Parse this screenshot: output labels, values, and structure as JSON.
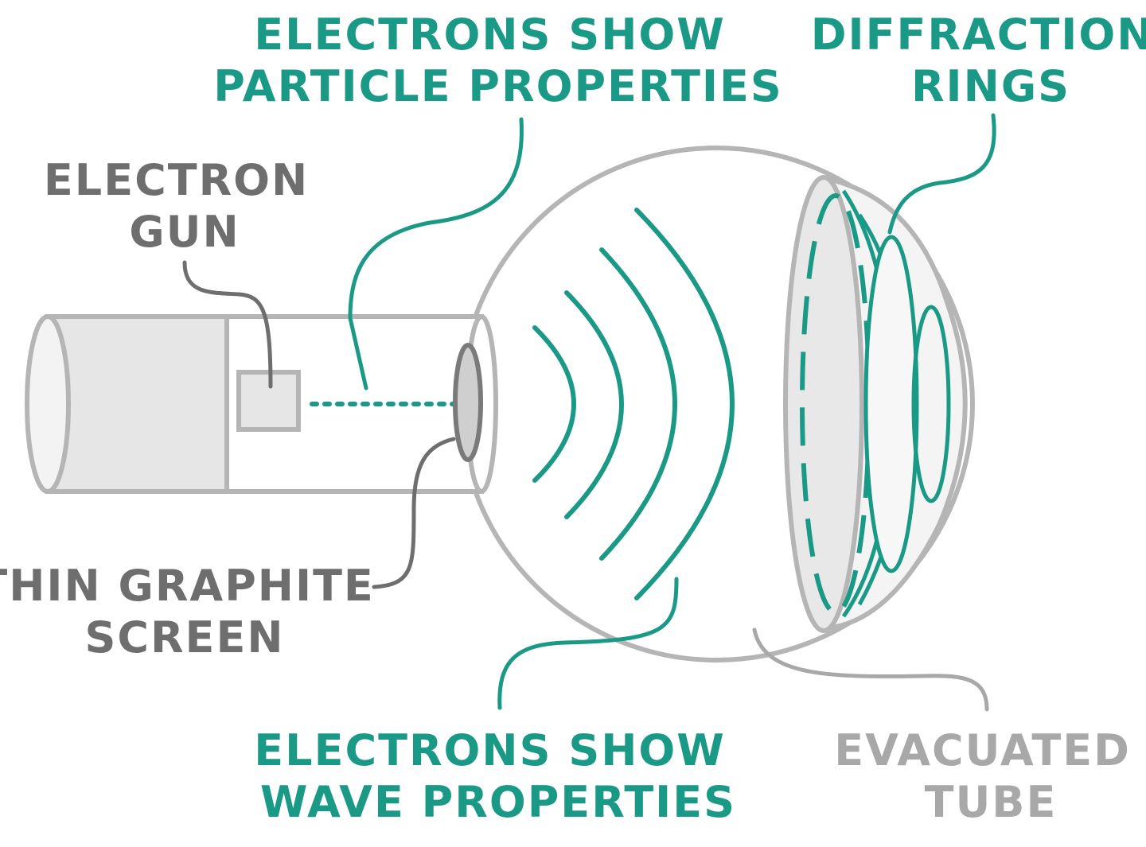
{
  "labels": {
    "particle": [
      "ELECTRONS SHOW",
      "PARTICLE PROPERTIES"
    ],
    "rings": [
      "DIFFRACTION",
      "RINGS"
    ],
    "gun": [
      "ELECTRON",
      "GUN"
    ],
    "screen": [
      "THIN GRAPHITE",
      "SCREEN"
    ],
    "wave": [
      "ELECTRONS SHOW",
      "WAVE PROPERTIES"
    ],
    "tube": [
      "EVACUATED",
      "TUBE"
    ]
  },
  "colors": {
    "accent": "#1a9a86",
    "label_dark": "#6e6e6e",
    "label_light": "#a8a8a8",
    "outline": "#b5b5b5",
    "fill": "#eeeeee"
  }
}
